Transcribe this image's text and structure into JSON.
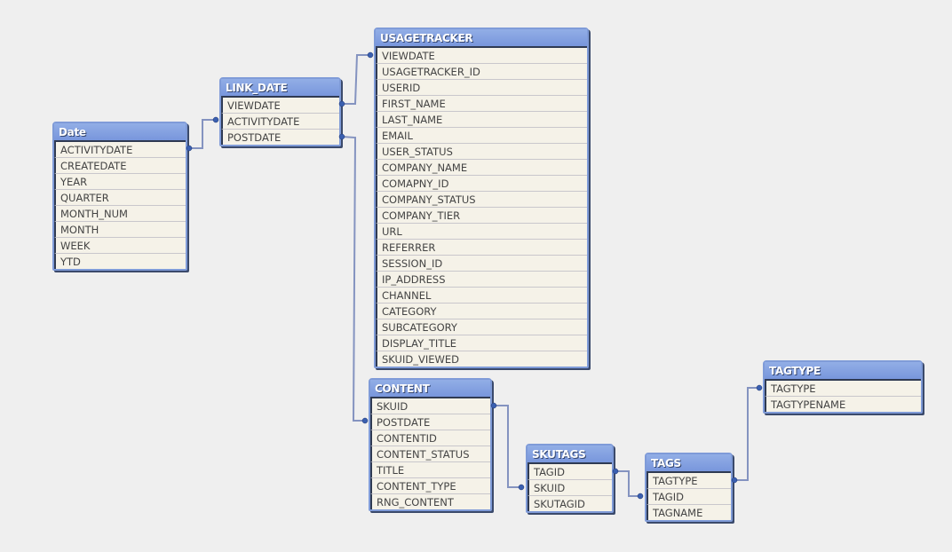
{
  "tables": {
    "date": {
      "name": "Date",
      "fields": [
        "ACTIVITYDATE",
        "CREATEDATE",
        "YEAR",
        "QUARTER",
        "MONTH_NUM",
        "MONTH",
        "WEEK",
        "YTD"
      ]
    },
    "link": {
      "name": "LINK_DATE",
      "fields": [
        "VIEWDATE",
        "ACTIVITYDATE",
        "POSTDATE"
      ]
    },
    "usage": {
      "name": "USAGETRACKER",
      "fields": [
        "VIEWDATE",
        "USAGETRACKER_ID",
        "USERID",
        "FIRST_NAME",
        "LAST_NAME",
        "EMAIL",
        "USER_STATUS",
        "COMPANY_NAME",
        "COMAPNY_ID",
        "COMPANY_STATUS",
        "COMPANY_TIER",
        "URL",
        "REFERRER",
        "SESSION_ID",
        "IP_ADDRESS",
        "CHANNEL",
        "CATEGORY",
        "SUBCATEGORY",
        "DISPLAY_TITLE",
        "SKUID_VIEWED"
      ]
    },
    "content": {
      "name": "CONTENT",
      "fields": [
        "SKUID",
        "POSTDATE",
        "CONTENTID",
        "CONTENT_STATUS",
        "TITLE",
        "CONTENT_TYPE",
        "RNG_CONTENT"
      ]
    },
    "skutags": {
      "name": "SKUTAGS",
      "fields": [
        "TAGID",
        "SKUID",
        "SKUTAGID"
      ]
    },
    "tags": {
      "name": "TAGS",
      "fields": [
        "TAGTYPE",
        "TAGID",
        "TAGNAME"
      ]
    },
    "tagtype": {
      "name": "TAGTYPE",
      "fields": [
        "TAGTYPE",
        "TAGTYPENAME"
      ]
    }
  },
  "colors": {
    "header": "#7f9bd8",
    "link": "#8493c0",
    "dot": "#3a5fb0",
    "row_bg": "#f5f2e8"
  }
}
